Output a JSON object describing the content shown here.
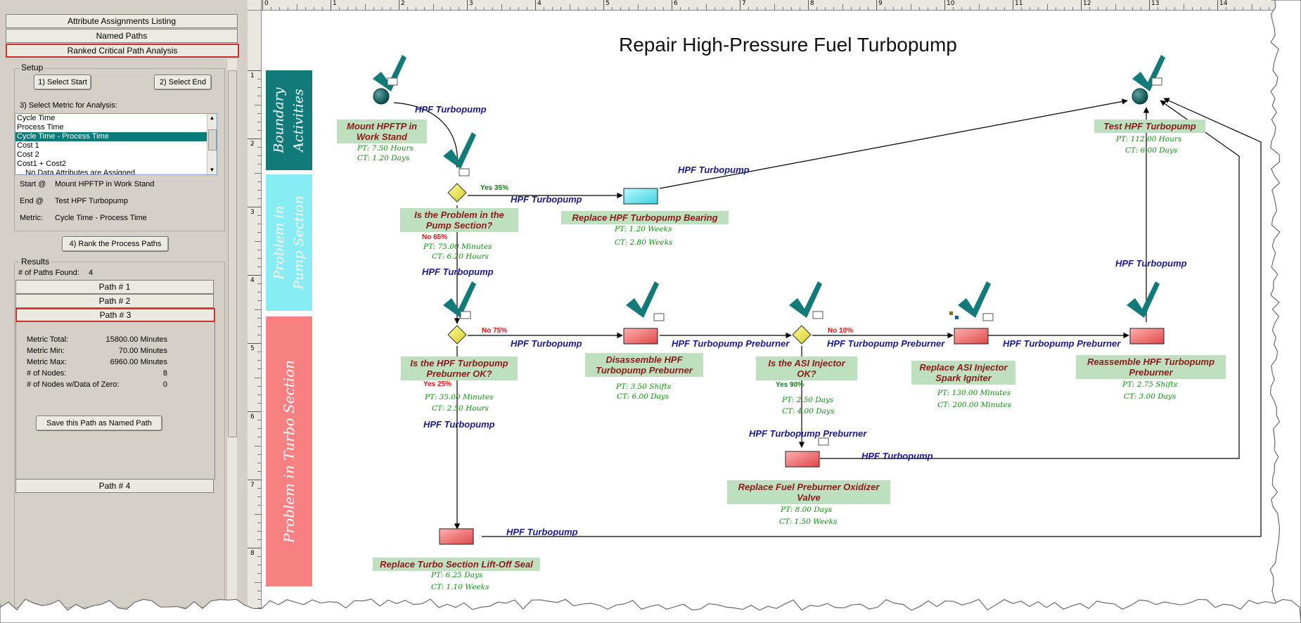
{
  "left_panel": {
    "tabs": [
      {
        "label": "Attribute Assignments Listing"
      },
      {
        "label": "Named Paths"
      },
      {
        "label": "Ranked Critical Path Analysis"
      }
    ],
    "setup": {
      "group_label": "Setup",
      "select_start": "1) Select Start",
      "select_end": "2) Select End",
      "metric_prompt": "3) Select Metric for Analysis:",
      "metrics": [
        "Cycle Time",
        "Process Time",
        "Cycle Time - Process Time",
        "Cost 1",
        "Cost 2",
        "Cost1 + Cost2",
        "... No Data Attributes are Assigned"
      ],
      "selected_metric": "Cycle Time - Process Time",
      "start_label": "Start @",
      "start_value": "Mount HPFTP in Work Stand",
      "end_label": "End @",
      "end_value": "Test HPF Turbopump",
      "metric_label": "Metric:",
      "metric_value": "Cycle Time - Process Time",
      "rank_button": "4) Rank the Process Paths"
    },
    "results": {
      "group_label": "Results",
      "paths_found_label": "# of Paths Found:",
      "paths_found_value": "4",
      "paths": [
        "Path # 1",
        "Path # 2",
        "Path # 3",
        "Path # 4"
      ],
      "selected_path": "Path # 3",
      "stats": [
        {
          "label": "Metric Total:",
          "value": "15800.00 Minutes"
        },
        {
          "label": "Metric Min:",
          "value": "70.00 Minutes"
        },
        {
          "label": "Metric Max:",
          "value": "6960.00 Minutes"
        },
        {
          "label": "# of Nodes:",
          "value": "8"
        },
        {
          "label": "# of Nodes w/Data of Zero:",
          "value": "0"
        }
      ],
      "save_button": "Save this Path as Named Path"
    }
  },
  "ruler": {
    "top_ticks": [
      "0",
      "1",
      "2",
      "3",
      "4",
      "5",
      "6",
      "7",
      "8",
      "9",
      "10",
      "11",
      "12",
      "13",
      "14"
    ],
    "left_ticks": [
      "1",
      "2",
      "3",
      "4",
      "5",
      "6",
      "7",
      "8"
    ]
  },
  "diagram": {
    "title": "Repair High-Pressure Fuel Turbopump",
    "lanes": [
      {
        "label": "Boundary\nActivities",
        "color": "#137a7a"
      },
      {
        "label": "Problem in\nPump Section",
        "color": "#88ecf4"
      },
      {
        "label": "Problem in Turbo Section",
        "color": "#f78080"
      }
    ],
    "nodes": {
      "mount": {
        "title": "Mount HPFTP in Work Stand",
        "pt": "PT:  7.50 Hours",
        "ct": "CT:  1.20 Days"
      },
      "test": {
        "title": "Test HPF Turbopump",
        "pt": "PT:  112.00 Hours",
        "ct": "CT:  6.00 Days"
      },
      "q_pump": {
        "title": "Is the Problem in the Pump Section?",
        "pt": "PT:  75.00 Minutes",
        "ct": "CT:  6.20 Hours",
        "yes": "Yes  35%",
        "no": "No    65%"
      },
      "bearing": {
        "title": "Replace HPF Turbopump Bearing",
        "pt": "PT:  1.20 Weeks",
        "ct": "CT:  2.80 Weeks"
      },
      "q_preburner": {
        "title": "Is the HPF Turbopump Preburner OK?",
        "pt": "PT:  35.00 Minutes",
        "ct": "CT:  2.50 Hours",
        "yes": "Yes   25%",
        "no": "No  75%"
      },
      "disassemble": {
        "title": "Disassemble HPF Turbopump Preburner",
        "pt": "PT:  3.50 Shifts",
        "ct": "CT:  6.00 Days"
      },
      "q_asi": {
        "title": "Is the ASI Injector OK?",
        "pt": "PT:  2.50 Days",
        "ct": "CT:  4.00 Days",
        "yes": "Yes  90%",
        "no": "No    10%"
      },
      "asi_igniter": {
        "title": "Replace ASI Injector Spark Igniter",
        "pt": "PT:  130.00 Minutes",
        "ct": "CT:  200.00 Minutes"
      },
      "reassemble": {
        "title": "Reassemble HPF Turbopump Preburner",
        "pt": "PT:  2.75 Shifts",
        "ct": "CT:  3.00 Days"
      },
      "oxidizer": {
        "title": "Replace Fuel Preburner Oxidizer Valve",
        "pt": "PT:  8.00 Days",
        "ct": "CT:  1.50 Weeks"
      },
      "seal": {
        "title": "Replace Turbo Section Lift-Off Seal",
        "pt": "PT:  6.25 Days",
        "ct": "CT:  1.10 Weeks"
      }
    },
    "edge_labels": {
      "e1": "HPF Turbopump",
      "e2": "HPF Turbopump",
      "e3": "HPF Turbopump",
      "e4": "HPF Turbopump",
      "e5": "HPF Turbopump",
      "e6": "HPF Turbopump",
      "e7": "HPF Turbopump Preburner",
      "e8": "HPF Turbopump Preburner",
      "e9": "HPF Turbopump Preburner",
      "e10": "HPF Turbopump Preburner",
      "e11": "HPF Turbopump",
      "e12": "HPF Turbopump",
      "e13": "HPF Turbopump"
    }
  }
}
